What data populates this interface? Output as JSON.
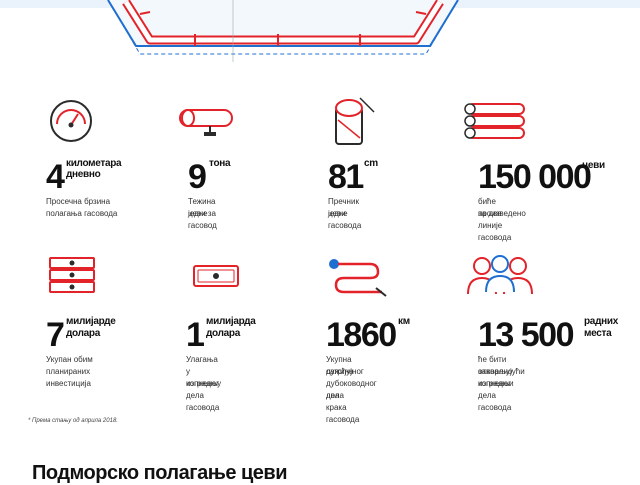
{
  "colors": {
    "red": "#e2232a",
    "blue": "#1f6fd0",
    "dark": "#2b2b2b"
  },
  "stats": [
    {
      "number": "4",
      "unit": [
        "километара дневно"
      ],
      "description": [
        "Просечна брзина",
        "полагања гасовода"
      ],
      "icon": "gauge-icon"
    },
    {
      "number": "9",
      "unit": [
        "тона"
      ],
      "description": [
        "Тежина једне",
        "цеви за гасовод"
      ],
      "icon": "pipe-icon"
    },
    {
      "number": "81",
      "unit": [
        "cm"
      ],
      "description": [
        "Пречник једне",
        "цеви гасовода"
      ],
      "icon": "pipe-diameter-icon"
    },
    {
      "number": "150 000",
      "unit": [
        "цеви"
      ],
      "description": [
        "биће произведено",
        "за две линије гасовода"
      ],
      "icon": "pipe-bundle-icon"
    },
    {
      "number": "7",
      "unit": [
        "милијарде",
        "долара"
      ],
      "description": [
        "Укупан обим",
        "планираних",
        "инвестиција"
      ],
      "icon": "money-stack-icon"
    },
    {
      "number": "1",
      "unit": [
        "милијарда",
        "долара"
      ],
      "description": [
        "Улагања",
        "у изградњу",
        "копненог",
        "дела гасовода"
      ],
      "icon": "banknote-icon"
    },
    {
      "number": "1860",
      "unit": [
        "км"
      ],
      "description": [
        "Укупна дужина",
        "сагрђујног",
        "дубоководног дела",
        "два крака гасовода"
      ],
      "icon": "route-icon"
    },
    {
      "number": "13 500",
      "unit": [
        "радних",
        "места"
      ],
      "description": [
        "ће бити отворено",
        "захваљујући изградњи",
        "копненог дела гасовода"
      ],
      "icon": "workers-icon"
    }
  ],
  "footnote": "* Према стању од априла 2018.",
  "section_title": "Подморско полагање цеви"
}
